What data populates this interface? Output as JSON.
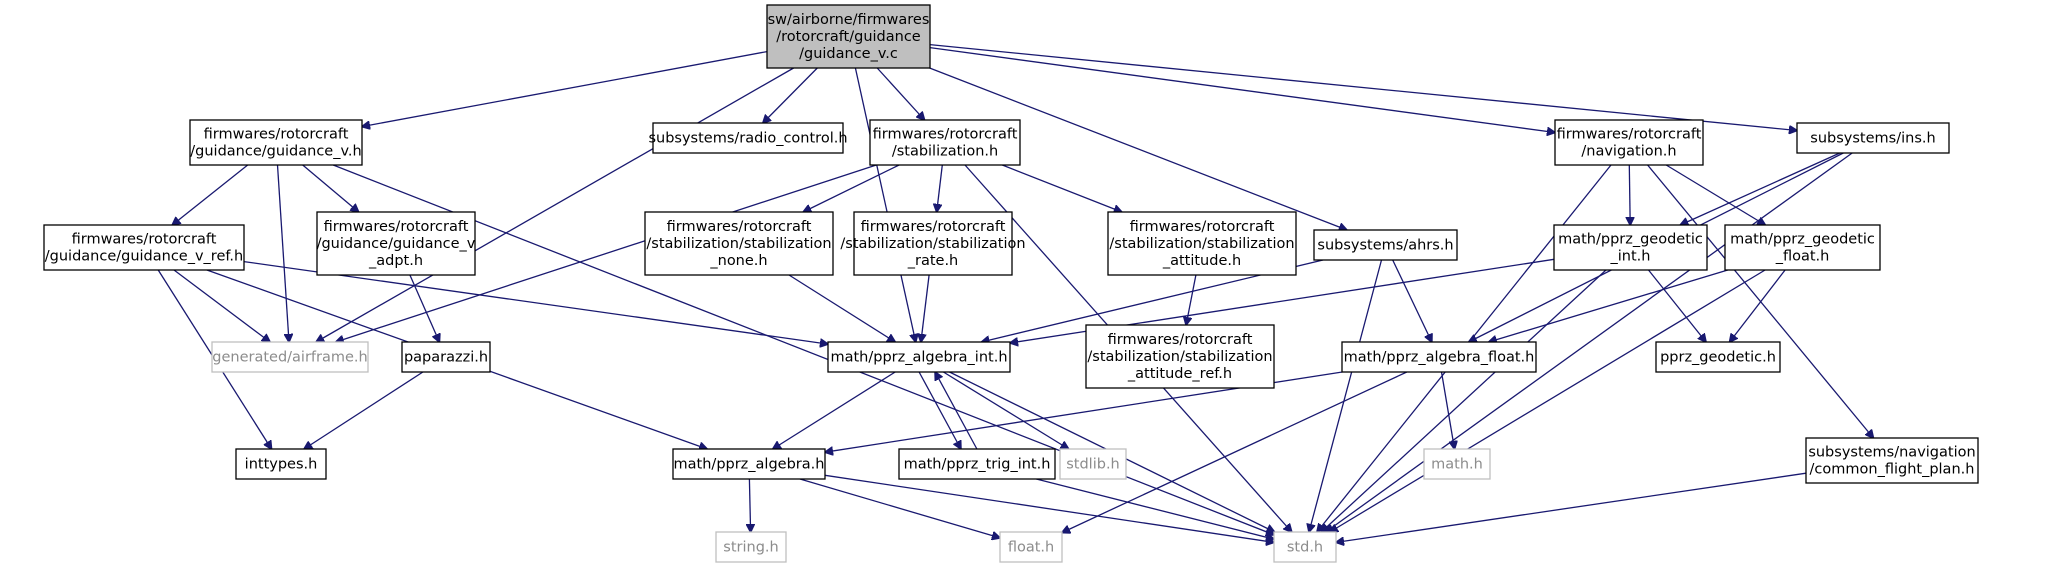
{
  "graph": {
    "root": "root",
    "nodes": [
      {
        "id": "root",
        "lines": [
          "sw/airborne/firmwares",
          "/rotorcraft/guidance",
          "/guidance_v.c"
        ],
        "style": "root"
      },
      {
        "id": "gv_h",
        "lines": [
          "firmwares/rotorcraft",
          "/guidance/guidance_v.h"
        ],
        "style": "normal"
      },
      {
        "id": "radio",
        "lines": [
          "subsystems/radio_control.h"
        ],
        "style": "normal"
      },
      {
        "id": "stab",
        "lines": [
          "firmwares/rotorcraft",
          "/stabilization.h"
        ],
        "style": "normal"
      },
      {
        "id": "ahrs",
        "lines": [
          "subsystems/ahrs.h"
        ],
        "style": "normal"
      },
      {
        "id": "nav",
        "lines": [
          "firmwares/rotorcraft",
          "/navigation.h"
        ],
        "style": "normal"
      },
      {
        "id": "ins",
        "lines": [
          "subsystems/ins.h"
        ],
        "style": "normal"
      },
      {
        "id": "gv_ref",
        "lines": [
          "firmwares/rotorcraft",
          "/guidance/guidance_v_ref.h"
        ],
        "style": "normal"
      },
      {
        "id": "gv_adpt",
        "lines": [
          "firmwares/rotorcraft",
          "/guidance/guidance_v",
          "_adpt.h"
        ],
        "style": "normal"
      },
      {
        "id": "stab_none",
        "lines": [
          "firmwares/rotorcraft",
          "/stabilization/stabilization",
          "_none.h"
        ],
        "style": "normal"
      },
      {
        "id": "stab_rate",
        "lines": [
          "firmwares/rotorcraft",
          "/stabilization/stabilization",
          "_rate.h"
        ],
        "style": "normal"
      },
      {
        "id": "stab_att",
        "lines": [
          "firmwares/rotorcraft",
          "/stabilization/stabilization",
          "_attitude.h"
        ],
        "style": "normal"
      },
      {
        "id": "geo_int",
        "lines": [
          "math/pprz_geodetic",
          "_int.h"
        ],
        "style": "normal"
      },
      {
        "id": "geo_float",
        "lines": [
          "math/pprz_geodetic",
          "_float.h"
        ],
        "style": "normal"
      },
      {
        "id": "airframe",
        "lines": [
          "generated/airframe.h"
        ],
        "style": "missing"
      },
      {
        "id": "paparazzi",
        "lines": [
          "paparazzi.h"
        ],
        "style": "normal"
      },
      {
        "id": "alg_int",
        "lines": [
          "math/pprz_algebra_int.h"
        ],
        "style": "normal"
      },
      {
        "id": "stab_att_ref",
        "lines": [
          "firmwares/rotorcraft",
          "/stabilization/stabilization",
          "_attitude_ref.h"
        ],
        "style": "normal"
      },
      {
        "id": "alg_float",
        "lines": [
          "math/pprz_algebra_float.h"
        ],
        "style": "normal"
      },
      {
        "id": "geodetic",
        "lines": [
          "pprz_geodetic.h"
        ],
        "style": "normal"
      },
      {
        "id": "inttypes",
        "lines": [
          "inttypes.h"
        ],
        "style": "normal"
      },
      {
        "id": "alg",
        "lines": [
          "math/pprz_algebra.h"
        ],
        "style": "normal"
      },
      {
        "id": "trig",
        "lines": [
          "math/pprz_trig_int.h"
        ],
        "style": "normal"
      },
      {
        "id": "stdlib",
        "lines": [
          "stdlib.h"
        ],
        "style": "missing"
      },
      {
        "id": "math",
        "lines": [
          "math.h"
        ],
        "style": "missing"
      },
      {
        "id": "cfp",
        "lines": [
          "subsystems/navigation",
          "/common_flight_plan.h"
        ],
        "style": "normal"
      },
      {
        "id": "string",
        "lines": [
          "string.h"
        ],
        "style": "missing"
      },
      {
        "id": "float",
        "lines": [
          "float.h"
        ],
        "style": "missing"
      },
      {
        "id": "std",
        "lines": [
          "std.h"
        ],
        "style": "missing"
      }
    ],
    "edges": [
      [
        "root",
        "gv_h"
      ],
      [
        "root",
        "radio"
      ],
      [
        "root",
        "stab"
      ],
      [
        "root",
        "ahrs"
      ],
      [
        "root",
        "nav"
      ],
      [
        "root",
        "ins"
      ],
      [
        "root",
        "airframe"
      ],
      [
        "root",
        "alg_int"
      ],
      [
        "gv_h",
        "gv_ref"
      ],
      [
        "gv_h",
        "gv_adpt"
      ],
      [
        "gv_h",
        "airframe"
      ],
      [
        "gv_h",
        "std"
      ],
      [
        "gv_ref",
        "airframe"
      ],
      [
        "gv_ref",
        "alg_int"
      ],
      [
        "gv_ref",
        "inttypes"
      ],
      [
        "gv_ref",
        "alg"
      ],
      [
        "gv_adpt",
        "paparazzi"
      ],
      [
        "paparazzi",
        "inttypes"
      ],
      [
        "stab",
        "stab_none"
      ],
      [
        "stab",
        "stab_rate"
      ],
      [
        "stab",
        "stab_att"
      ],
      [
        "stab",
        "airframe"
      ],
      [
        "stab",
        "std"
      ],
      [
        "stab_none",
        "alg_int"
      ],
      [
        "stab_rate",
        "alg_int"
      ],
      [
        "stab_att",
        "stab_att_ref"
      ],
      [
        "ahrs",
        "alg_int"
      ],
      [
        "ahrs",
        "alg_float"
      ],
      [
        "ahrs",
        "std"
      ],
      [
        "nav",
        "geo_int"
      ],
      [
        "nav",
        "geo_float"
      ],
      [
        "nav",
        "cfp"
      ],
      [
        "nav",
        "std"
      ],
      [
        "ins",
        "geo_int"
      ],
      [
        "ins",
        "alg_float"
      ],
      [
        "ins",
        "std"
      ],
      [
        "geo_int",
        "alg_int"
      ],
      [
        "geo_int",
        "geodetic"
      ],
      [
        "geo_int",
        "std"
      ],
      [
        "geo_float",
        "alg_float"
      ],
      [
        "geo_float",
        "geodetic"
      ],
      [
        "geo_float",
        "std"
      ],
      [
        "alg_int",
        "alg"
      ],
      [
        "alg_int",
        "trig"
      ],
      [
        "alg_int",
        "stdlib"
      ],
      [
        "alg_int",
        "std"
      ],
      [
        "trig",
        "alg_int"
      ],
      [
        "trig",
        "std"
      ],
      [
        "alg_float",
        "alg"
      ],
      [
        "alg_float",
        "math"
      ],
      [
        "alg_float",
        "float"
      ],
      [
        "alg",
        "string"
      ],
      [
        "alg",
        "float"
      ],
      [
        "alg",
        "std"
      ],
      [
        "cfp",
        "std"
      ]
    ]
  }
}
